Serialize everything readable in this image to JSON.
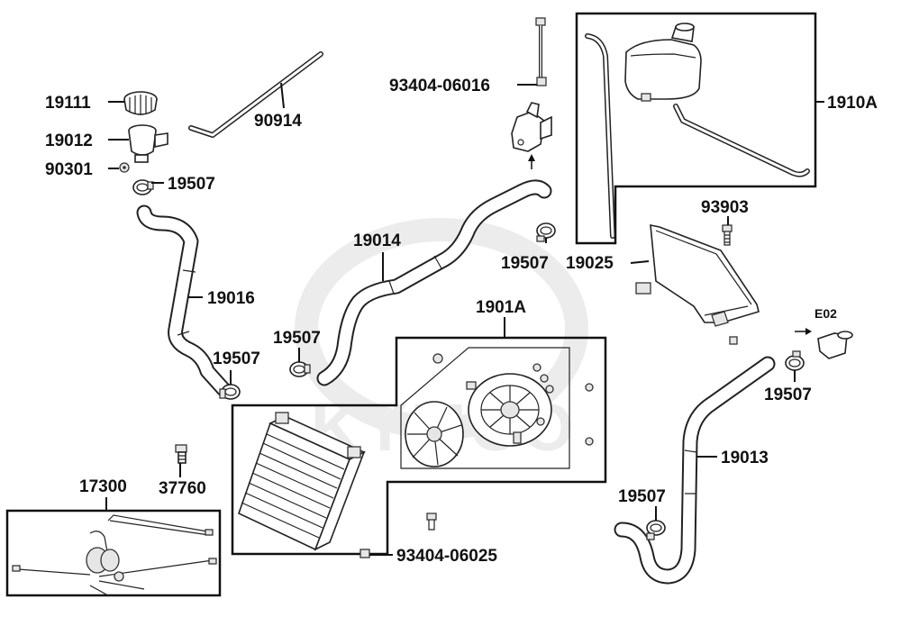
{
  "watermark": "KYMCO",
  "labels": {
    "p19111": "19111",
    "p19012": "19012",
    "p90301": "90301",
    "p19507_a": "19507",
    "p90914": "90914",
    "p19016": "19016",
    "p19507_b": "19507",
    "p19014": "19014",
    "p19507_c": "19507",
    "p93404_06016": "93404-06016",
    "p19507_d": "19507",
    "p1910A": "1910A",
    "p93903": "93903",
    "p19025": "19025",
    "p1901A": "1901A",
    "pE02": "E02",
    "p19507_e": "19507",
    "p19013": "19013",
    "p37760": "37760",
    "p17300": "17300",
    "p93404_06025": "93404-06025",
    "p19507_f": "19507"
  }
}
